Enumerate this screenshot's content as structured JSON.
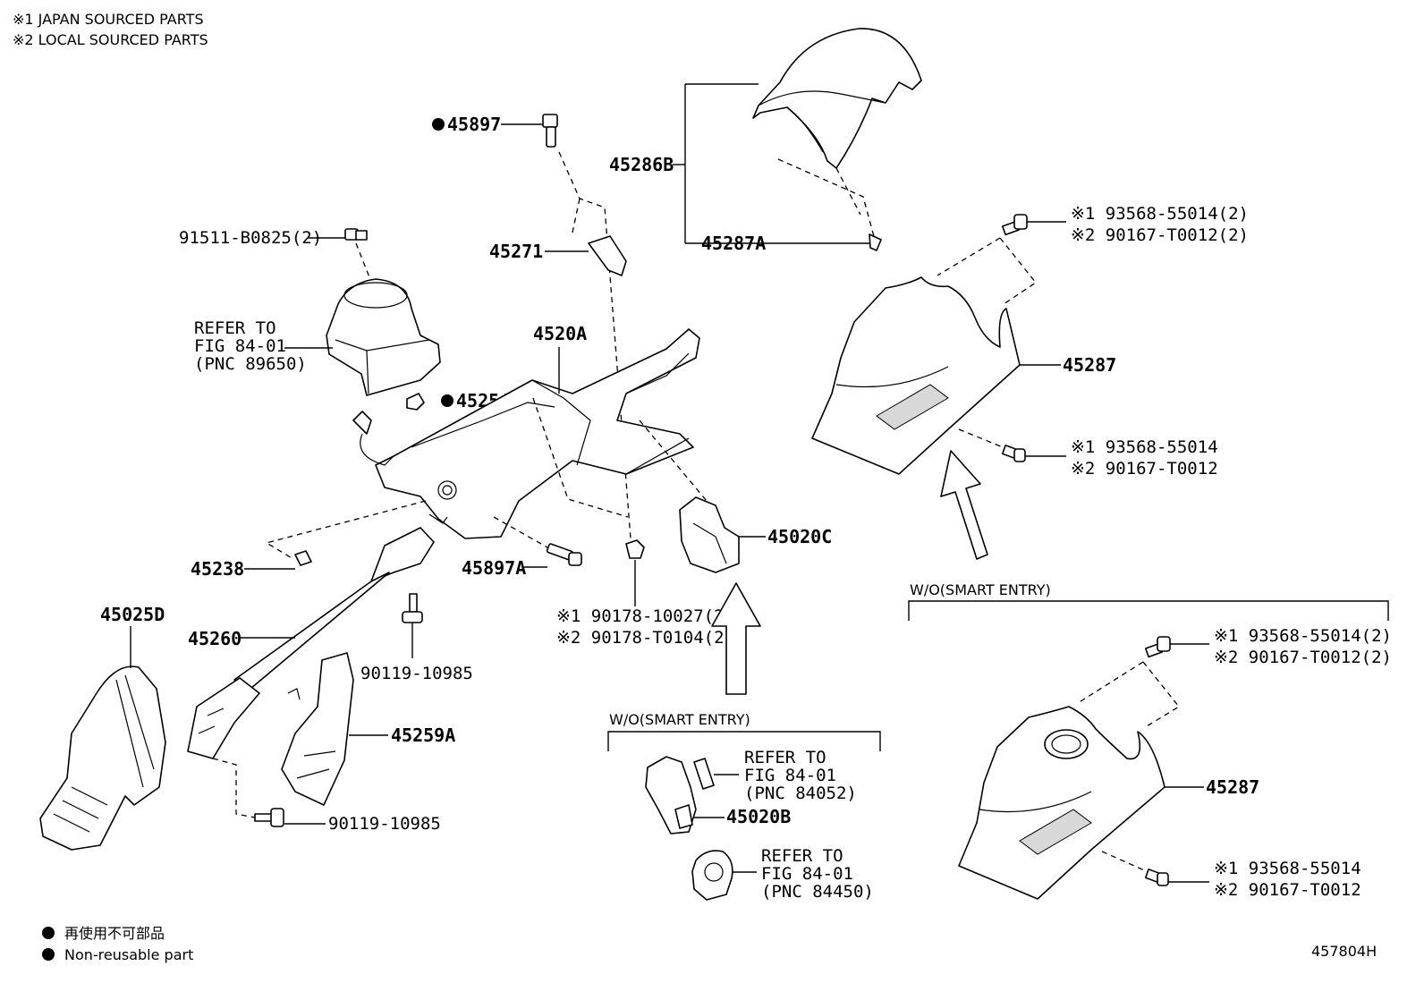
{
  "notes": {
    "japan": "※1 JAPAN SOURCED PARTS",
    "local": "※2 LOCAL SOURCED PARTS"
  },
  "legend": {
    "non_reusable_jp": "再使用不可部品",
    "non_reusable_en": "Non-reusable part"
  },
  "figure_id": "457804H",
  "sections": {
    "wo_smart_entry_1": "W/O(SMART ENTRY)",
    "wo_smart_entry_2": "W/O(SMART ENTRY)"
  },
  "labels": {
    "p45897": "45897",
    "p45286b": "45286B",
    "p45287a": "45287A",
    "p45271": "45271",
    "p91511": "91511-B0825(2)",
    "p4520a": "4520A",
    "p45254b": "45254B",
    "refer1_l1": "REFER TO",
    "refer1_l2": "FIG 84-01",
    "refer1_l3": "(PNC 89650)",
    "p45238": "45238",
    "p45897a": "45897A",
    "p45020c": "45020C",
    "p45025d": "45025D",
    "p45260": "45260",
    "p90119a": "90119-10985",
    "p90119b": "90119-10985",
    "p45259a": "45259A",
    "p90178_1": "※1 90178-10027(2)",
    "p90178_2": "※2 90178-T0104(2)",
    "refer2_l1": "REFER TO",
    "refer2_l2": "FIG 84-01",
    "refer2_l3": "(PNC 84052)",
    "p45020b": "45020B",
    "refer3_l1": "REFER TO",
    "refer3_l2": "FIG 84-01",
    "refer3_l3": "(PNC 84450)",
    "b1_l1": "※1 93568-55014(2)",
    "b1_l2": "※2 90167-T0012(2)",
    "p45287_top": "45287",
    "b2_l1": "※1 93568-55014",
    "b2_l2": "※2 90167-T0012",
    "b3_l1": "※1 93568-55014(2)",
    "b3_l2": "※2 90167-T0012(2)",
    "p45287_bottom": "45287",
    "b4_l1": "※1 93568-55014",
    "b4_l2": "※2 90167-T0012"
  }
}
